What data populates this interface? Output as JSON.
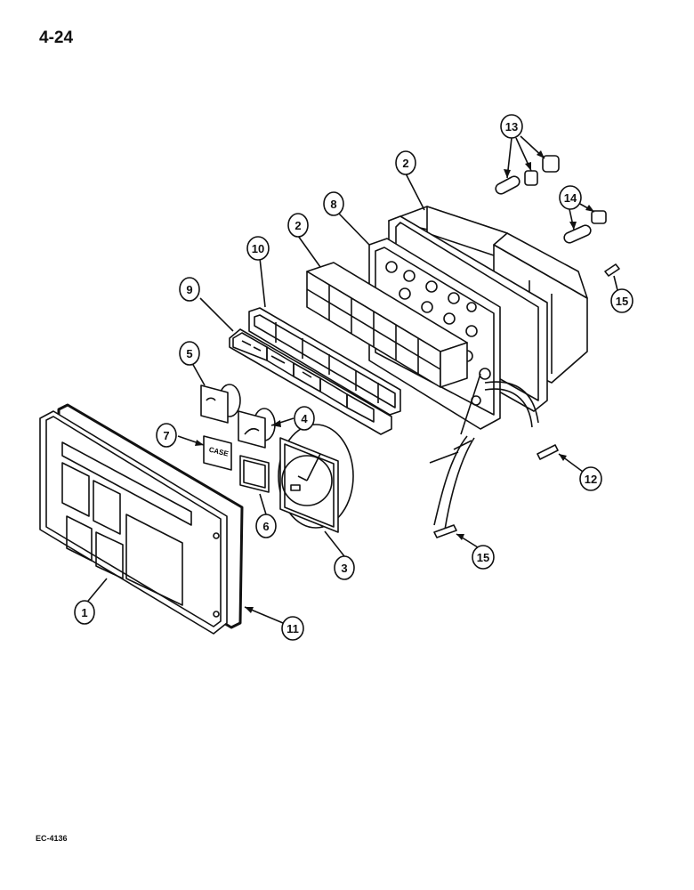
{
  "header": {
    "page_number": "4-24"
  },
  "footer": {
    "figure_code": "EC-4136"
  },
  "parts": {
    "bezel_label": "1",
    "housing_label": "2",
    "gauge_label": "3",
    "module_small_label": "4",
    "module_fuel_label": "5",
    "blank_cover_label": "6",
    "case_badge_label": "7",
    "gasket_label": "8",
    "lens_strip_label": "9",
    "frame_label": "10",
    "seal_label": "11",
    "screw_label": "12",
    "bulb_socket_label": "13",
    "bulb_label": "14",
    "screw_short_label": "15"
  },
  "badge_text": "CASE"
}
